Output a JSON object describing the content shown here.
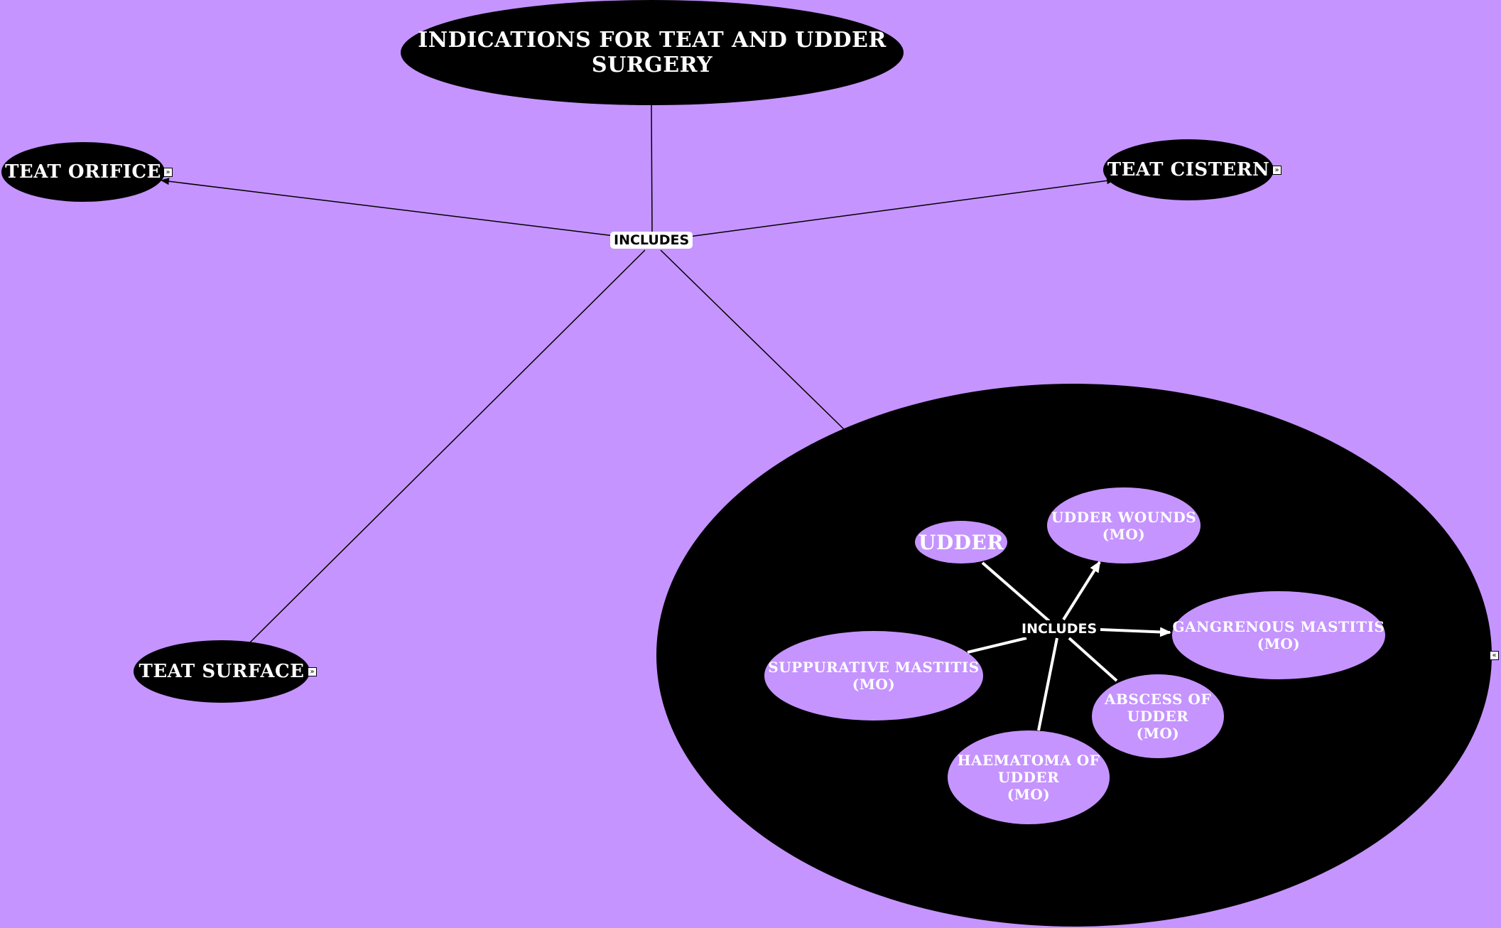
{
  "diagram": {
    "title": "INDICATIONS FOR TEAT AND UDDER SURGERY",
    "link_label": "INCLUDES",
    "nodes": {
      "teat_orifice": "TEAT ORIFICE",
      "teat_cistern": "TEAT CISTERN",
      "teat_surface": "TEAT SURFACE"
    },
    "udder_group": {
      "udder": "UDDER",
      "link_label": "INCLUDES",
      "items": {
        "udder_wounds": [
          "UDDER WOUNDS",
          "(MO)"
        ],
        "gangrenous_mastitis": [
          "GANGRENOUS MASTITIS",
          "(MO)"
        ],
        "abscess": [
          "ABSCESS OF",
          "UDDER",
          "(MO)"
        ],
        "haematoma": [
          "HAEMATOMA OF",
          "UDDER",
          "(MO)"
        ],
        "suppurative_mastitis": [
          "SUPPURATIVE MASTITIS",
          "(MO)"
        ]
      }
    },
    "colors": {
      "background": "#c594ff",
      "node": "#000000",
      "text": "#ffffff"
    },
    "icons": {
      "expand": "expand-icon",
      "collapse": "collapse-icon"
    },
    "expand_glyph": "»",
    "collapse_glyph": "«"
  }
}
